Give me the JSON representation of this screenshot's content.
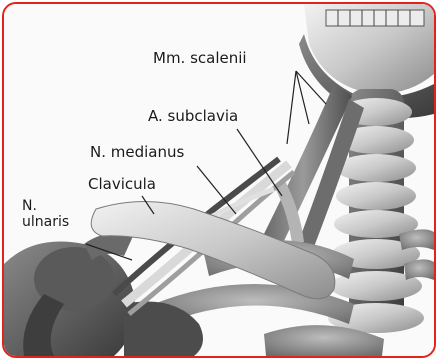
{
  "labels": {
    "scaleni": "Mm. scalenii",
    "subclavia": "A. subclavia",
    "medianus": "N. medianus",
    "clavicula": "Clavicula",
    "ulnaris_1": "N.",
    "ulnaris_2": "ulnaris"
  },
  "colors": {
    "frame": "#e2231a",
    "bone": "#cfcfcf",
    "muscle": "#7a7a7a",
    "nerve": "#d8d8d8",
    "leader": "#222222"
  }
}
